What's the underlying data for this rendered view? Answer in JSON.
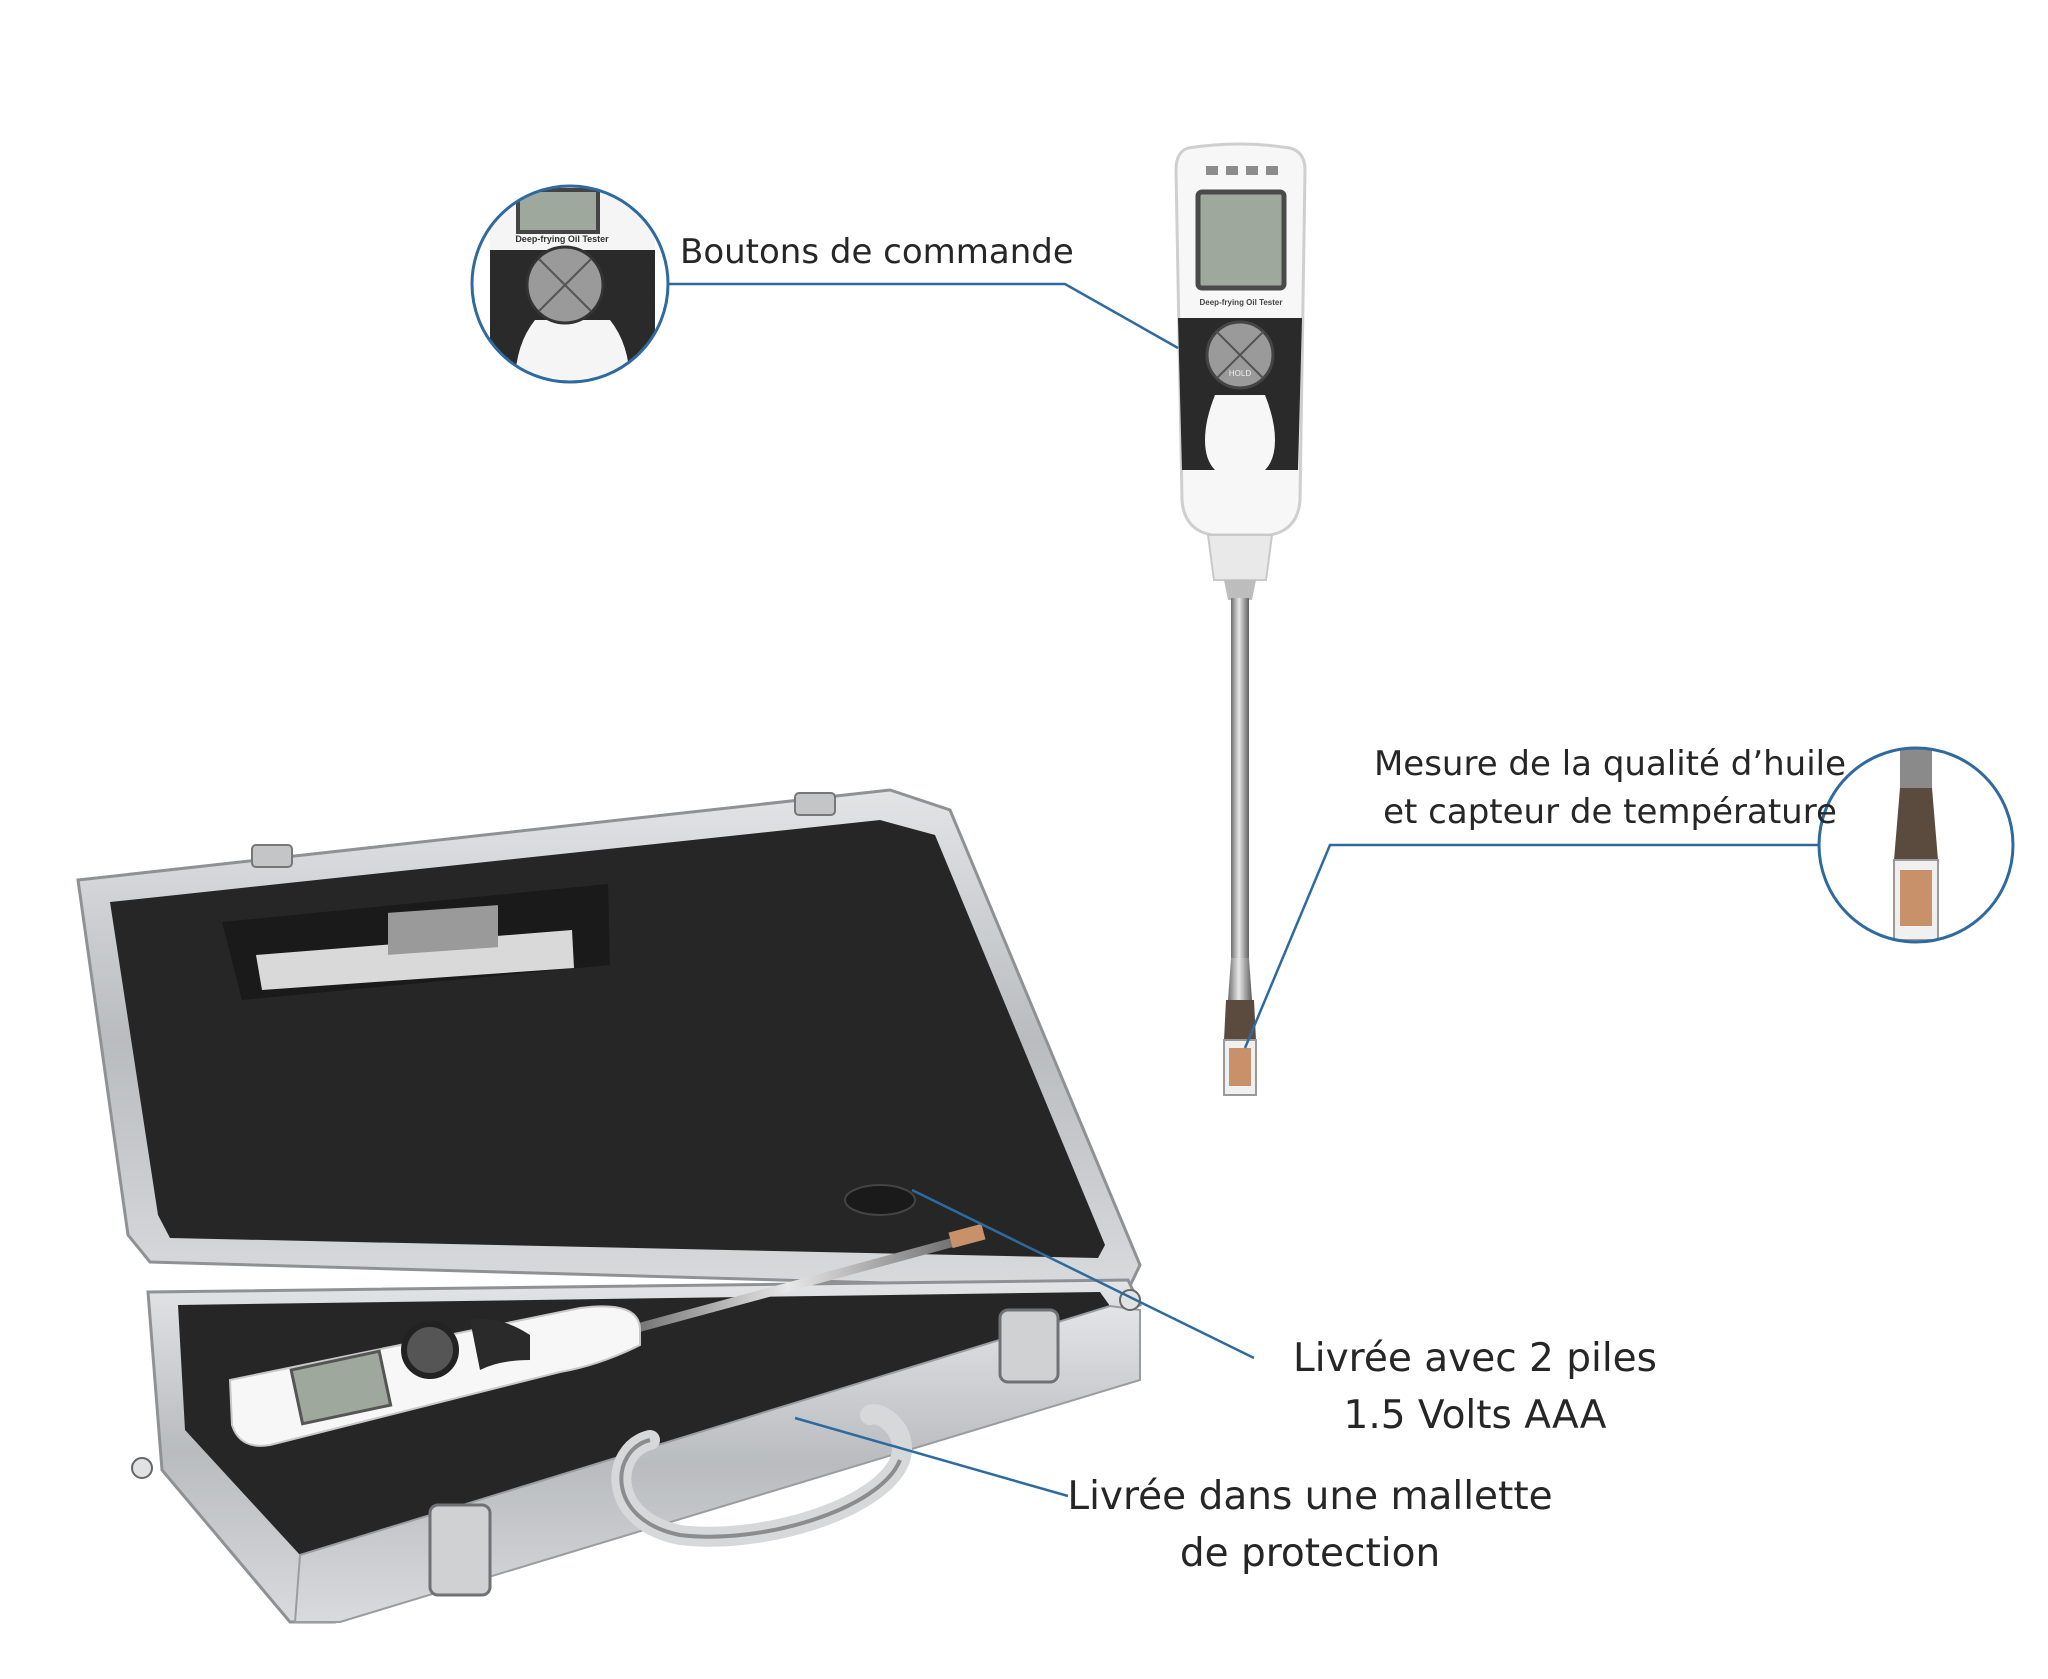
{
  "annotations": {
    "buttons": [
      "Boutons de commande"
    ],
    "sensor": [
      "Mesure de la qualité d’huile",
      "et capteur de température"
    ],
    "batteries": [
      "Livrée avec 2 piles",
      "1.5 Volts AAA"
    ],
    "case": [
      "Livrée dans une mallette",
      "de protection"
    ]
  },
  "device": {
    "brand_text": "Deep-frying Oil Tester",
    "hold_label": "HOLD"
  },
  "colors": {
    "callout_line": "#2e6aa0",
    "case_foam": "#262626",
    "case_frame": "#c9cbcd",
    "device_body": "#f7f7f7",
    "device_grip": "#2a2a2a",
    "lcd": "#9fa89c",
    "sensor_tip": "#c8916a"
  }
}
